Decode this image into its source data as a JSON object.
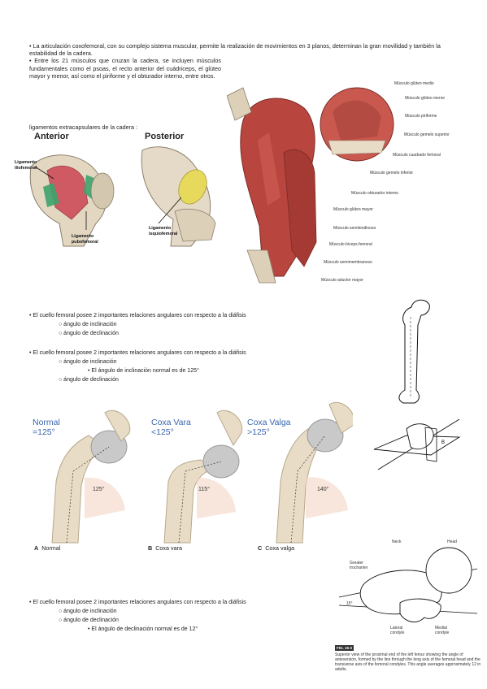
{
  "intro": {
    "p1": "• La articulación coxofemoral, con su complejo sistema muscular, permite la realización de movimientos en 3 planos, determinan la gran movilidad y también la estabilidad de la cadera.",
    "p2": "• Entre los 21 músculos que cruzan la cadera, se incluyen músculos fundamentales como el psoas, el recto anterior del cuádriceps, el glúteo mayor y menor, así como el piriforme y el obturador interno, entre otros."
  },
  "ligaments": {
    "title": "ligamentos extracapsulares de la cadera :",
    "anterior_label": "Anterior",
    "posterior_label": "Posterior",
    "iliofemoral": "Ligamento iliofemoral",
    "pubofemoral": "Ligamento pubofemoral",
    "isquiofemoral": "Ligamento isquiofemoral"
  },
  "muscles": {
    "labels": [
      "Músculo glúteo medio",
      "Músculo glúteo menor",
      "Músculo piriforme",
      "Músculo gemelo superior",
      "Músculo cuadrado femoral",
      "Músculo gemelo inferior",
      "Músculo obturador interno",
      "Músculo glúteo mayor",
      "Músculo semitendinoso",
      "Músculo bíceps femoral",
      "Músculo semimembranoso",
      "Músculo aductor mayor"
    ]
  },
  "section1": {
    "intro": "• El cuello femoral posee 2 importantes relaciones angulares con respecto a la diáfisis",
    "items": [
      "○ ángulo de inclinación",
      "○ ángulo de declinación"
    ]
  },
  "section2": {
    "intro": "• El cuello femoral posee 2 importantes relaciones angulares con respecto a la diáfisis",
    "item1": "○ ángulo de inclinación",
    "sub1": "• El ángulo de inclinación normal es de 125°",
    "item2": "○ ángulo de declinación"
  },
  "coxa": {
    "panels": [
      {
        "title1": "Normal",
        "title2": "=125°",
        "angle": "125°",
        "letter": "A",
        "caption": "Normal"
      },
      {
        "title1": "Coxa Vara",
        "title2": "<125°",
        "angle": "115°",
        "letter": "B",
        "caption": "Coxa vara"
      },
      {
        "title1": "Coxa Valga",
        "title2": ">125°",
        "angle": "140°",
        "letter": "C",
        "caption": "Coxa valga"
      }
    ]
  },
  "section3": {
    "intro": "• El cuello femoral posee 2 importantes relaciones angulares con respecto a la diáfisis",
    "item1": "○ ángulo de inclinación",
    "item2": "○ ángulo de declinación",
    "sub2": "• El ángulo de declinación normal es de 12°"
  },
  "anteversion_fig": {
    "angle": "15°",
    "head_label": "Head",
    "neck_label": "Neck",
    "gt_label": "Greater trochanter",
    "lat_label": "Lateral condyle",
    "med_label": "Medial condyle",
    "tag": "FIG. 16-3",
    "caption": "Superior view of the proximal end of the left femur showing the angle of anteversion, formed by the line through the long axis of the femoral head and the transverse axis of the femoral condyles. This angle averages approximately 12 in adults."
  },
  "colors": {
    "muscle": "#b8463f",
    "bone": "#e9dcc6",
    "cartilage": "#c9c9c9",
    "accent_blue": "#3a66b0",
    "ligament_yellow": "#e6d95c",
    "ligament_green": "#3ca36b"
  }
}
